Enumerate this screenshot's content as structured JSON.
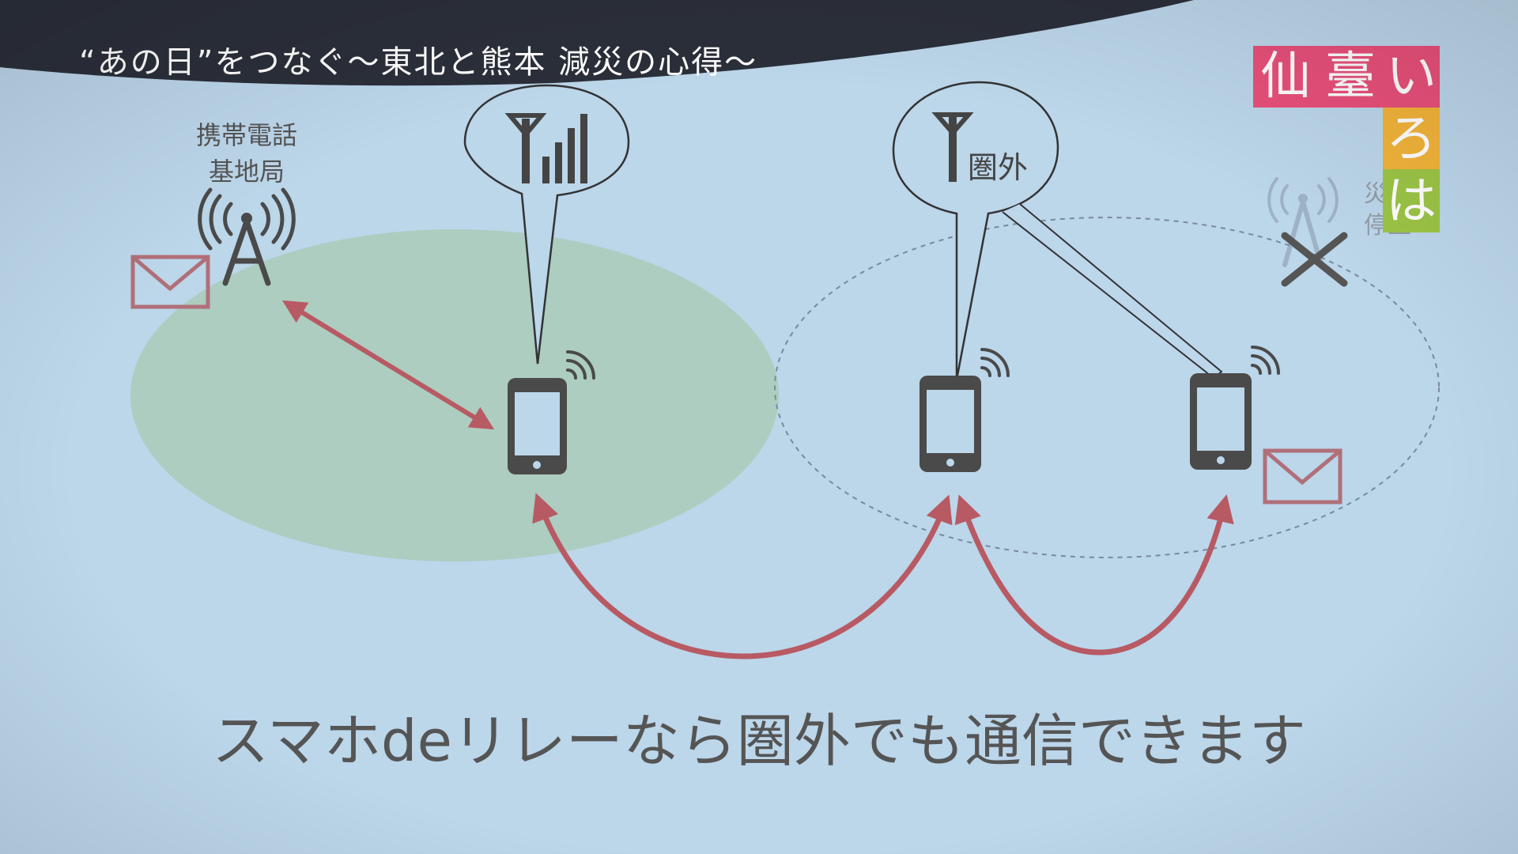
{
  "program_title": "“あの日”をつなぐ〜東北と熊本 減災の心得〜",
  "logo": {
    "chars": [
      "仙",
      "臺",
      "い",
      "ろ",
      "は"
    ],
    "colors": [
      "#e8507a",
      "#e8507a",
      "#e8507a",
      "#f2b33a",
      "#9cc446"
    ]
  },
  "diagram": {
    "base_station_label_line1": "携帯電話",
    "base_station_label_line2": "基地局",
    "out_of_service_label": "圏外",
    "stopped_label_line1": "災害で",
    "stopped_label_line2": "停止",
    "caption": "スマホdeリレーなら圏外でも通信できます"
  },
  "colors": {
    "background": "#b9d4e8",
    "coverage_area": "#a9cbb8",
    "arrow": "#b85a63",
    "device": "#4a4a4a",
    "envelope": "#b07079",
    "caption_text": "#555555"
  }
}
